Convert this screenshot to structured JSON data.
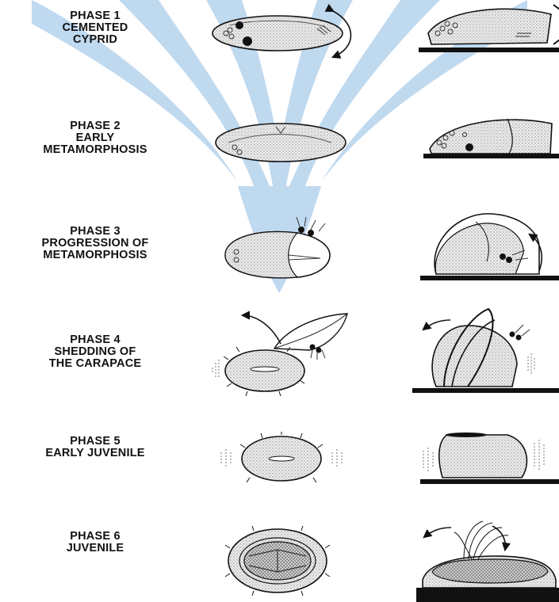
{
  "phases": [
    {
      "title": "PHASE 1",
      "lines": [
        "CEMENTED",
        "CYPRID"
      ]
    },
    {
      "title": "PHASE 2",
      "lines": [
        "EARLY",
        "METAMORPHOSIS"
      ]
    },
    {
      "title": "PHASE 3",
      "lines": [
        "PROGRESSION OF",
        "METAMORPHOSIS"
      ]
    },
    {
      "title": "PHASE 4",
      "lines": [
        "SHEDDING OF",
        "THE CARAPACE"
      ]
    },
    {
      "title": "PHASE 5",
      "lines": [
        "EARLY JUVENILE"
      ]
    },
    {
      "title": "PHASE 6",
      "lines": [
        "JUVENILE"
      ]
    }
  ],
  "colors": {
    "watermark": "#bcd7ef",
    "ink": "#111111",
    "stipple": "#d8d8d8",
    "substrate": "#111111"
  }
}
